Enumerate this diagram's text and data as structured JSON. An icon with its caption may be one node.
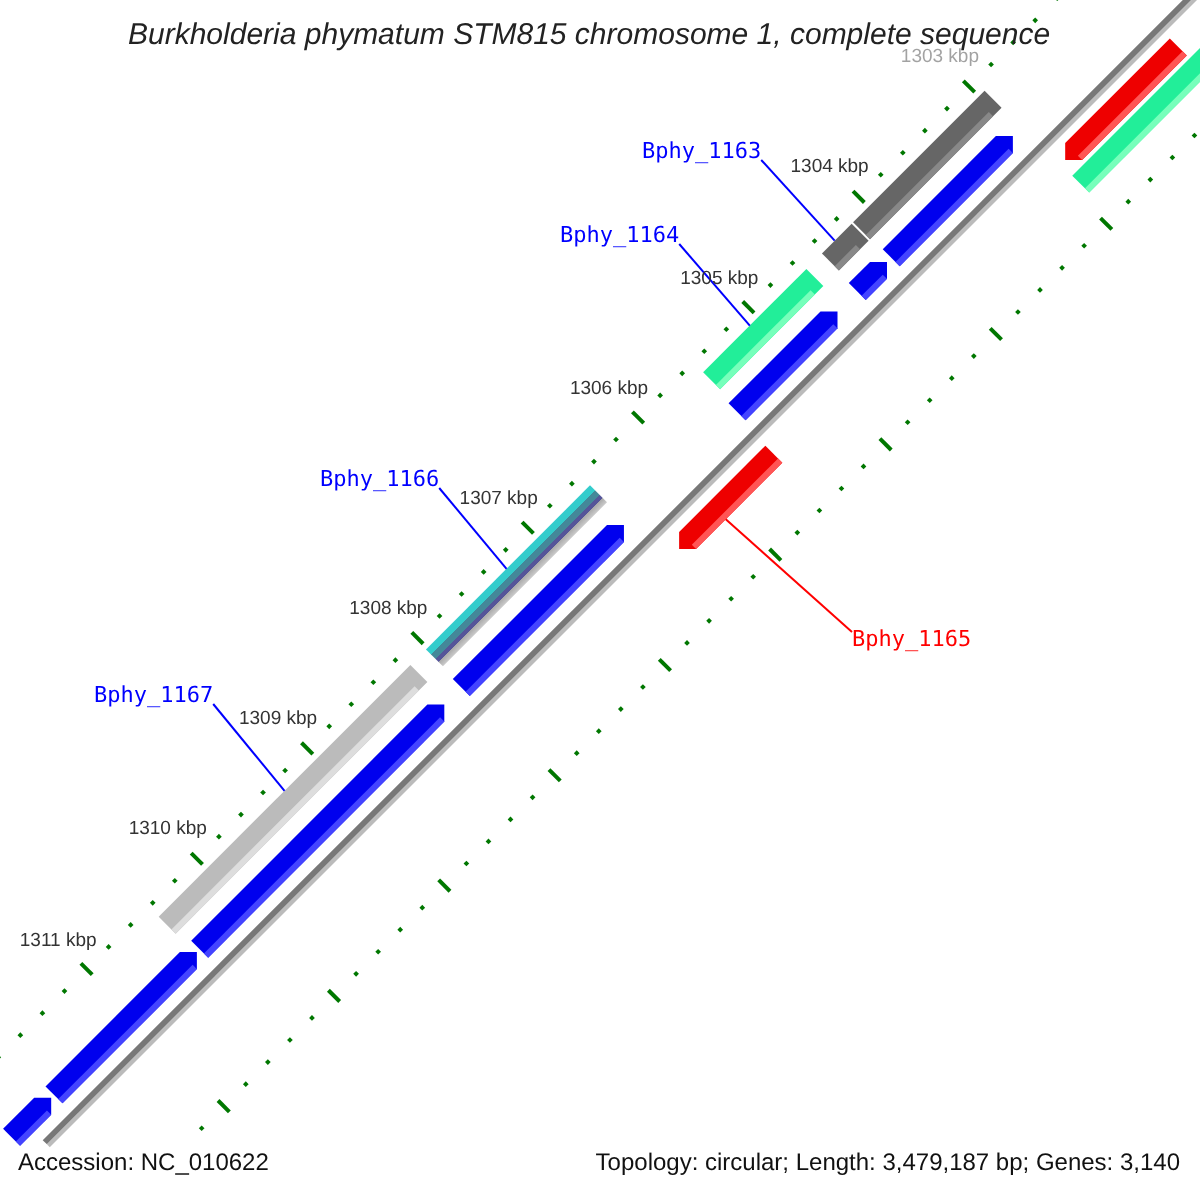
{
  "diagram": {
    "title": "Burkholderia phymatum STM815 chromosome 1, complete sequence",
    "nodes": [
      {
        "text": [
          "Bphy_1163"
        ]
      },
      {
        "text": [],
        "shape": "bar"
      },
      {
        "text": [
          "Bphy_1164"
        ]
      },
      {
        "text": [],
        "shape": "bar"
      },
      {
        "text": [
          "Bphy_1166"
        ]
      },
      {
        "text": [],
        "shape": "bar"
      },
      {
        "text": [
          "Bphy_1167"
        ]
      },
      {
        "text": [],
        "shape": "bar"
      },
      {
        "text": [
          "Bphy_1165"
        ]
      },
      {
        "text": [],
        "shape": "bar"
      }
    ],
    "edges": [
      {
        "from": 0,
        "to": 1,
        "arrow": "none"
      },
      {
        "from": 2,
        "to": 3,
        "arrow": "none"
      },
      {
        "from": 4,
        "to": 5,
        "arrow": "none"
      },
      {
        "from": 6,
        "to": 7,
        "arrow": "none"
      },
      {
        "from": 8,
        "to": 9,
        "arrow": "none",
        "color": "#ff0000"
      }
    ],
    "labels": [
      "1303 kbp",
      "1304 kbp",
      "1305 kbp",
      "1306 kbp",
      "1307 kbp",
      "1308 kbp",
      "1309 kbp",
      "1310 kbp",
      "1311 kbp",
      "Accession: NC_010622",
      "Topology: circular; Length: 3,479,187 bp; Genes: 3,140"
    ]
  }
}
